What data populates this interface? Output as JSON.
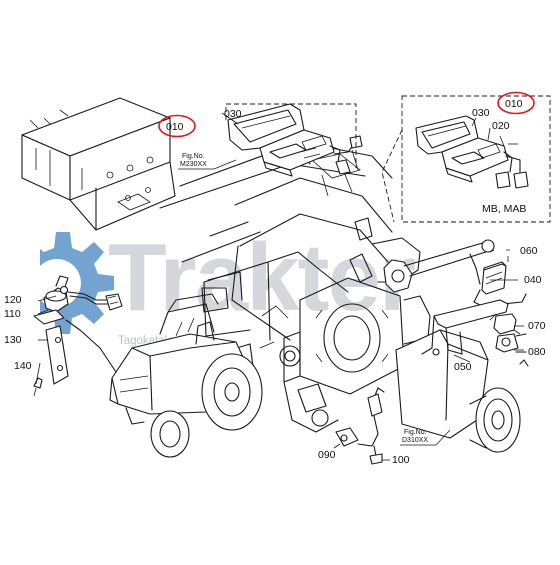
{
  "diagram": {
    "part_labels": {
      "p010_main": "010",
      "p030_main": "030",
      "p010_inset": "010",
      "p030_inset": "030",
      "p020_inset": "020",
      "p040": "040",
      "p050": "050",
      "p060": "060",
      "p070": "070",
      "p080": "080",
      "p090": "090",
      "p100": "100",
      "p110": "110",
      "p120": "120",
      "p130": "130",
      "p140": "140"
    },
    "figure_refs": {
      "top": {
        "line1": "Fig.No.",
        "line2": "M230XX"
      },
      "bottom": {
        "line1": "Fig.No.",
        "line2": "D310XX"
      }
    },
    "inset_caption": "MB, MAB",
    "watermark": {
      "brand": "Trakter",
      "tagline": "Tagokatalogus"
    },
    "colors": {
      "highlight_circle": "#e0161b",
      "watermark_text": "#c8ccd2",
      "watermark_gear": "#5b94c9",
      "line": "#1a1a1a"
    }
  }
}
